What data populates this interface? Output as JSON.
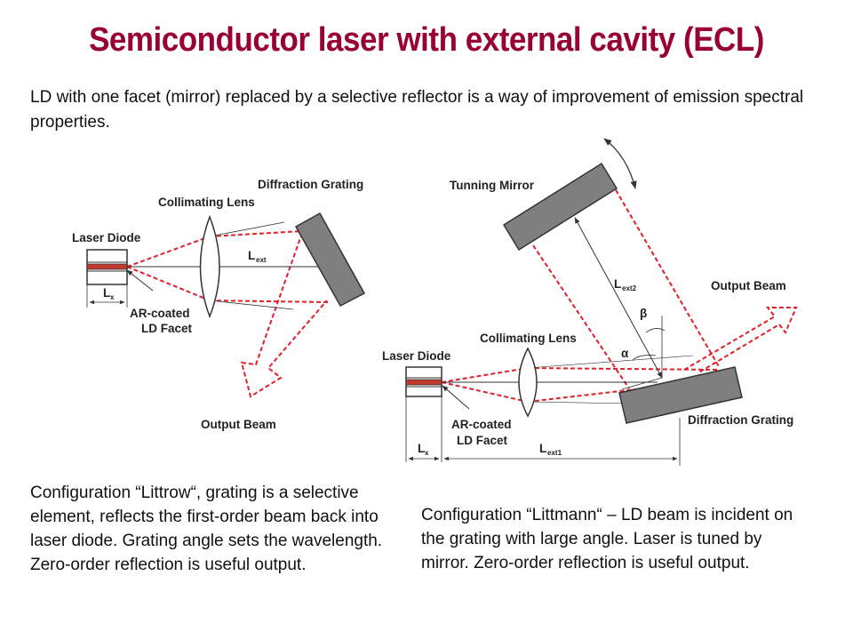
{
  "title": "Semiconductor laser with external cavity (ECL)",
  "intro": "LD with one facet (mirror) replaced by a selective reflector is a way of improvement of emission spectral properties.",
  "littrow": {
    "labels": {
      "laser_diode": "Laser Diode",
      "collimating_lens": "Collimating Lens",
      "diffraction_grating": "Diffraction Grating",
      "ar_coated_1": "AR-coated",
      "ar_coated_2": "LD Facet",
      "output_beam": "Output Beam",
      "lx": "L",
      "lx_sub": "x",
      "lext": "L",
      "lext_sub": "ext"
    },
    "caption": "Configuration “Littrow“, grating is a selective element, reflects the first-order beam back into laser diode. Grating angle sets the wavelength. Zero-order reflection is useful output."
  },
  "littmann": {
    "labels": {
      "tuning_mirror": "Tunning Mirror",
      "output_beam": "Output Beam",
      "laser_diode": "Laser Diode",
      "collimating_lens": "Collimating Lens",
      "ar_coated_1": "AR-coated",
      "ar_coated_2": "LD Facet",
      "diffraction_grating": "Diffraction Grating",
      "lext2": "L",
      "lext2_sub": "ext2",
      "beta": "β",
      "alpha": "α",
      "lx": "L",
      "lx_sub": "x",
      "lext1": "L",
      "lext1_sub": "ext1"
    },
    "caption": "Configuration “Littmann“ – LD beam is incident on the grating with large angle. Laser is tuned by mirror. Zero-order reflection is useful output."
  },
  "colors": {
    "title": "#990033",
    "beam": "#e0202a",
    "laser_stripe": "#c0392b",
    "component_fill": "#7f7f7f"
  }
}
